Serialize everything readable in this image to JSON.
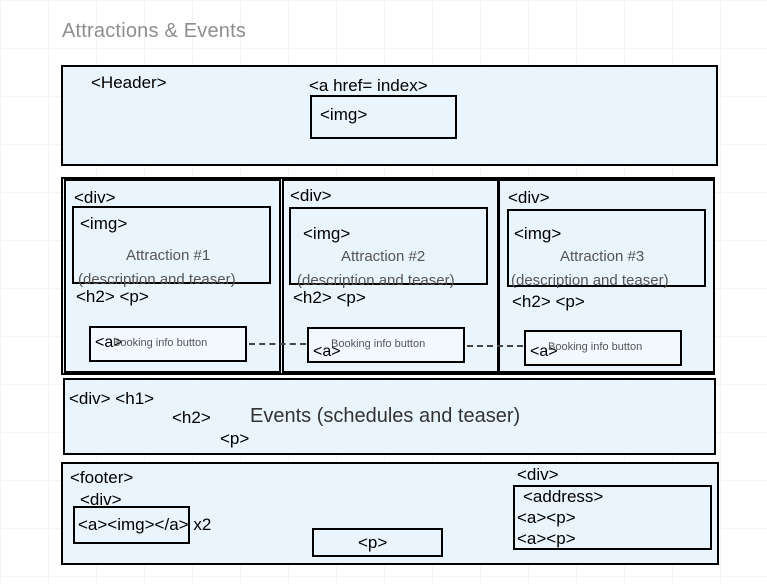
{
  "title": "Attractions & Events",
  "header": {
    "label": "<Header>",
    "link_label": "<a href= index>",
    "img_label": "<img>"
  },
  "attractions": [
    {
      "div_label": "<div>",
      "img_label": "<img>",
      "title": "Attraction #1",
      "subtitle": "(description and teaser)",
      "tags": "<h2> <p>",
      "a_label": "<a>",
      "button_text": "Booking info button"
    },
    {
      "div_label": "<div>",
      "img_label": "<img>",
      "title": "Attraction #2",
      "subtitle": "(description and teaser)",
      "tags": "<h2> <p>",
      "a_label": "<a>",
      "button_text": "Booking info button"
    },
    {
      "div_label": "<div>",
      "img_label": "<img>",
      "title": "Attraction #3",
      "subtitle": "(description and teaser)",
      "tags": "<h2> <p>",
      "a_label": "<a>",
      "button_text": "Booking info button"
    }
  ],
  "events": {
    "div_h1": "<div> <h1>",
    "h2": "<h2>",
    "p": "<p>",
    "text": "Events (schedules and teaser)"
  },
  "footer": {
    "label": "<footer>",
    "div_left": "<div>",
    "links": "<a><img></a> x2",
    "p_center": "<p>",
    "div_right": "<div>",
    "address": "<address>",
    "row1": "<a><p>",
    "row2": "<a><p>"
  }
}
